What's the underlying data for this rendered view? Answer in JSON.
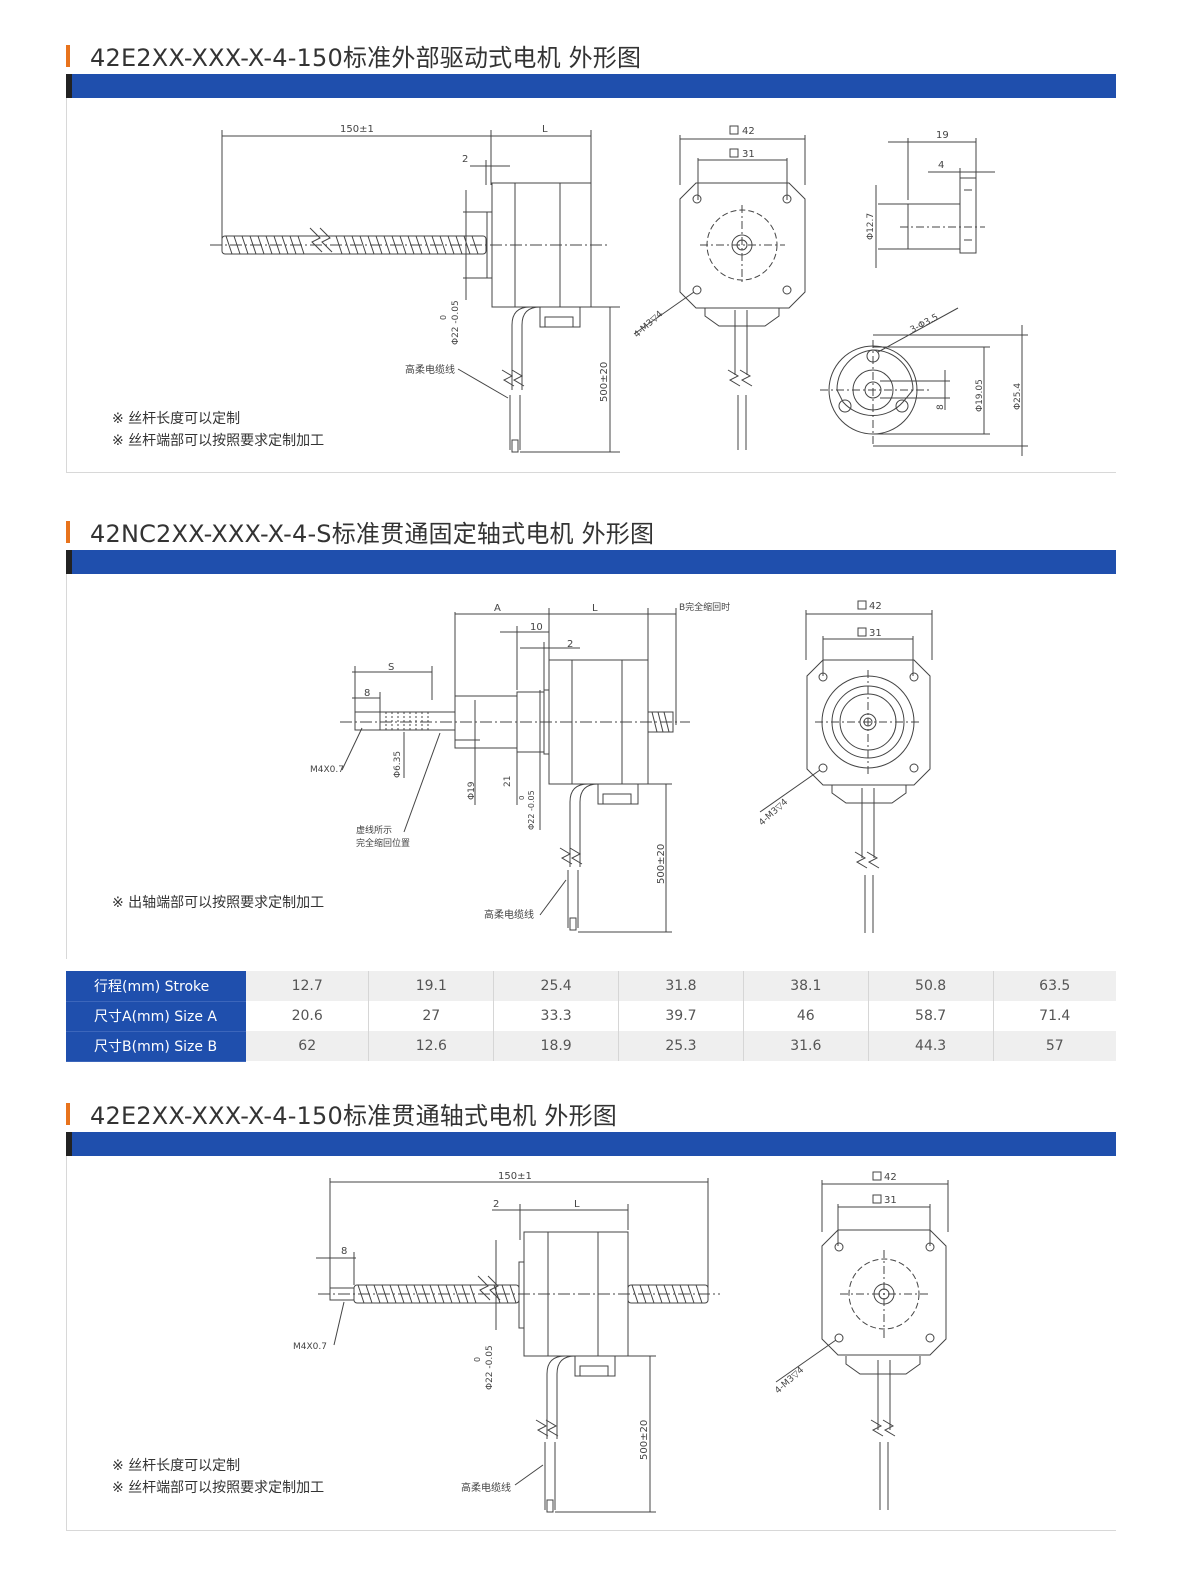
{
  "sections": [
    {
      "title": "42E2XX-XXX-X-4-150标准外部驱动式电机 外形图",
      "notes": [
        "※ 丝杆长度可以定制",
        "※ 丝杆端部可以按照要求定制加工"
      ],
      "dims": {
        "length": "150±1",
        "l": "L",
        "two": "2",
        "shaft_dia": "Φ22 -0.05",
        "shaft_tol": "0",
        "cable": "高柔电缆线",
        "cable_len": "500±20",
        "sq42": "42",
        "sq31": "31",
        "screw": "4-M3▽4",
        "nut19": "19",
        "nut4": "4",
        "nut_dia": "Φ12.7",
        "holes": "3-Φ3.5",
        "d1905": "Φ19.05",
        "d254": "Φ25.4",
        "d8": "8"
      }
    },
    {
      "title": "42NC2XX-XXX-X-4-S标准贯通固定轴式电机 外形图",
      "notes": [
        "※ 出轴端部可以按照要求定制加工"
      ],
      "dims": {
        "a": "A",
        "l": "L",
        "b": "B完全缩回时",
        "ten": "10",
        "two": "2",
        "s": "S",
        "eight": "8",
        "m4": "M4X0.7",
        "d635": "Φ6.35",
        "d19": "Φ19",
        "twentyone": "21",
        "shaft_dia": "Φ22 -0.05",
        "shaft_tol": "0",
        "dashed1": "虚线所示",
        "dashed2": "完全缩回位置",
        "cable": "高柔电缆线",
        "cable_len": "500±20",
        "sq42": "42",
        "sq31": "31",
        "screw": "4-M3▽4"
      }
    },
    {
      "title": "42E2XX-XXX-X-4-150标准贯通轴式电机 外形图",
      "notes": [
        "※ 丝杆长度可以定制",
        "※ 丝杆端部可以按照要求定制加工"
      ],
      "dims": {
        "length": "150±1",
        "two": "2",
        "l": "L",
        "eight": "8",
        "m4": "M4X0.7",
        "shaft_dia": "Φ22 -0.05",
        "shaft_tol": "0",
        "cable": "高柔电缆线",
        "cable_len": "500±20",
        "sq42": "42",
        "sq31": "31",
        "screw": "4-M3▽4"
      }
    }
  ],
  "spec_table": {
    "rows": [
      {
        "label": "行程(mm) Stroke",
        "values": [
          "12.7",
          "19.1",
          "25.4",
          "31.8",
          "38.1",
          "50.8",
          "63.5"
        ]
      },
      {
        "label": "尺寸A(mm) Size A",
        "values": [
          "20.6",
          "27",
          "33.3",
          "39.7",
          "46",
          "58.7",
          "71.4"
        ]
      },
      {
        "label": "尺寸B(mm) Size B",
        "values": [
          "62",
          "12.6",
          "18.9",
          "25.3",
          "31.6",
          "44.3",
          "57"
        ]
      }
    ]
  },
  "colors": {
    "accent": "#e8731c",
    "bar": "#1f4fad",
    "line": "#444444"
  }
}
